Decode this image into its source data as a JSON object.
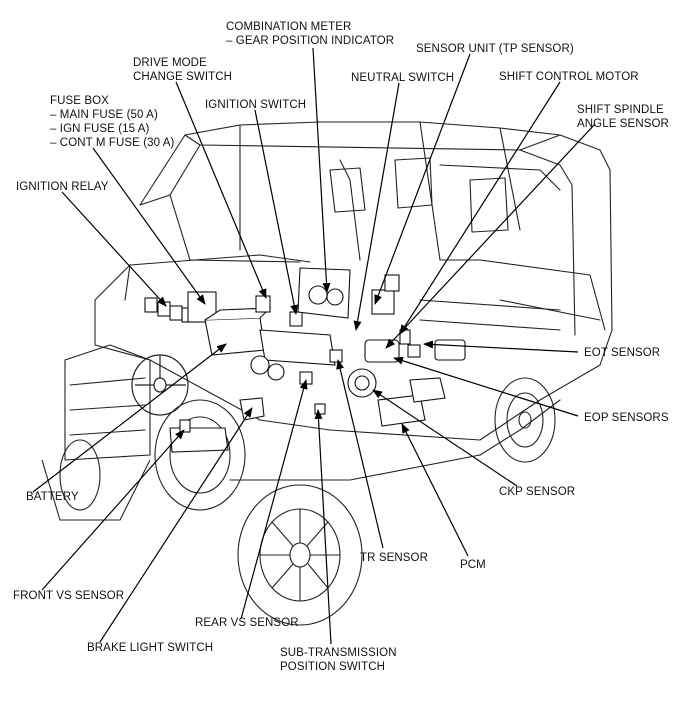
{
  "labels": {
    "combination_meter": [
      "COMBINATION METER",
      "– GEAR POSITION INDICATOR"
    ],
    "drive_mode": [
      "DRIVE MODE",
      "CHANGE SWITCH"
    ],
    "sensor_unit": [
      "SENSOR UNIT (TP SENSOR)"
    ],
    "neutral_switch": [
      "NEUTRAL SWITCH"
    ],
    "shift_control_motor": [
      "SHIFT CONTROL MOTOR"
    ],
    "fuse_box": [
      "FUSE BOX",
      "– MAIN FUSE (50 A)",
      "– IGN FUSE (15 A)",
      "– CONT M FUSE (30 A)"
    ],
    "ignition_switch": [
      "IGNITION SWITCH"
    ],
    "shift_spindle": [
      "SHIFT SPINDLE",
      "ANGLE SENSOR"
    ],
    "ignition_relay": [
      "IGNITION RELAY"
    ],
    "eot_sensor": [
      "EOT SENSOR"
    ],
    "eop_sensors": [
      "EOP SENSORS"
    ],
    "ckp_sensor": [
      "CKP SENSOR"
    ],
    "battery": [
      "BATTERY"
    ],
    "tr_sensor": [
      "TR SENSOR"
    ],
    "pcm": [
      "PCM"
    ],
    "front_vs_sensor": [
      "FRONT VS SENSOR"
    ],
    "rear_vs_sensor": [
      "REAR VS SENSOR"
    ],
    "brake_light_switch": [
      "BRAKE LIGHT SWITCH"
    ],
    "sub_transmission": [
      "SUB-TRANSMISSION",
      "POSITION SWITCH"
    ]
  }
}
